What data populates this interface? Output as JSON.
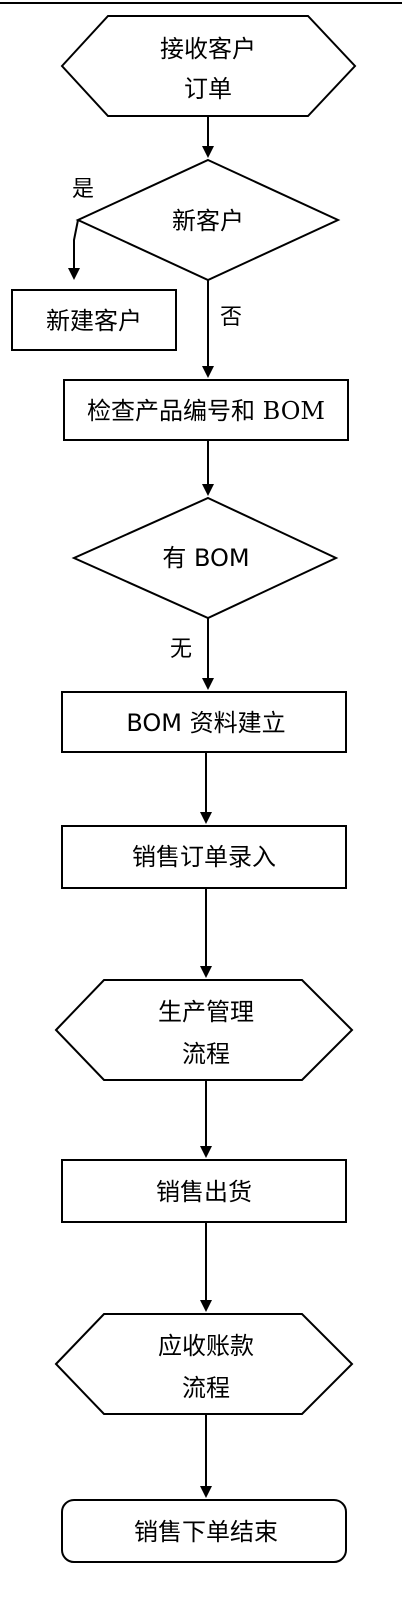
{
  "diagram": {
    "nodes": {
      "receive": {
        "line1": "接收客户",
        "line2": "订单"
      },
      "new_customer_q": {
        "label": "新客户"
      },
      "create_customer": {
        "label": "新建客户"
      },
      "check_bom": {
        "label": "检查产品编号和 BOM"
      },
      "has_bom_q": {
        "label": "有 BOM"
      },
      "bom_setup": {
        "label": "BOM 资料建立"
      },
      "order_entry": {
        "label": "销售订单录入"
      },
      "production": {
        "line1": "生产管理",
        "line2": "流程"
      },
      "shipping": {
        "label": "销售出货"
      },
      "receivables": {
        "line1": "应收账款",
        "line2": "流程"
      },
      "end": {
        "label": "销售下单结束"
      }
    },
    "edge_labels": {
      "yes": "是",
      "no": "否",
      "none": "无"
    },
    "colors": {
      "stroke": "#000000",
      "fill": "#ffffff"
    }
  }
}
